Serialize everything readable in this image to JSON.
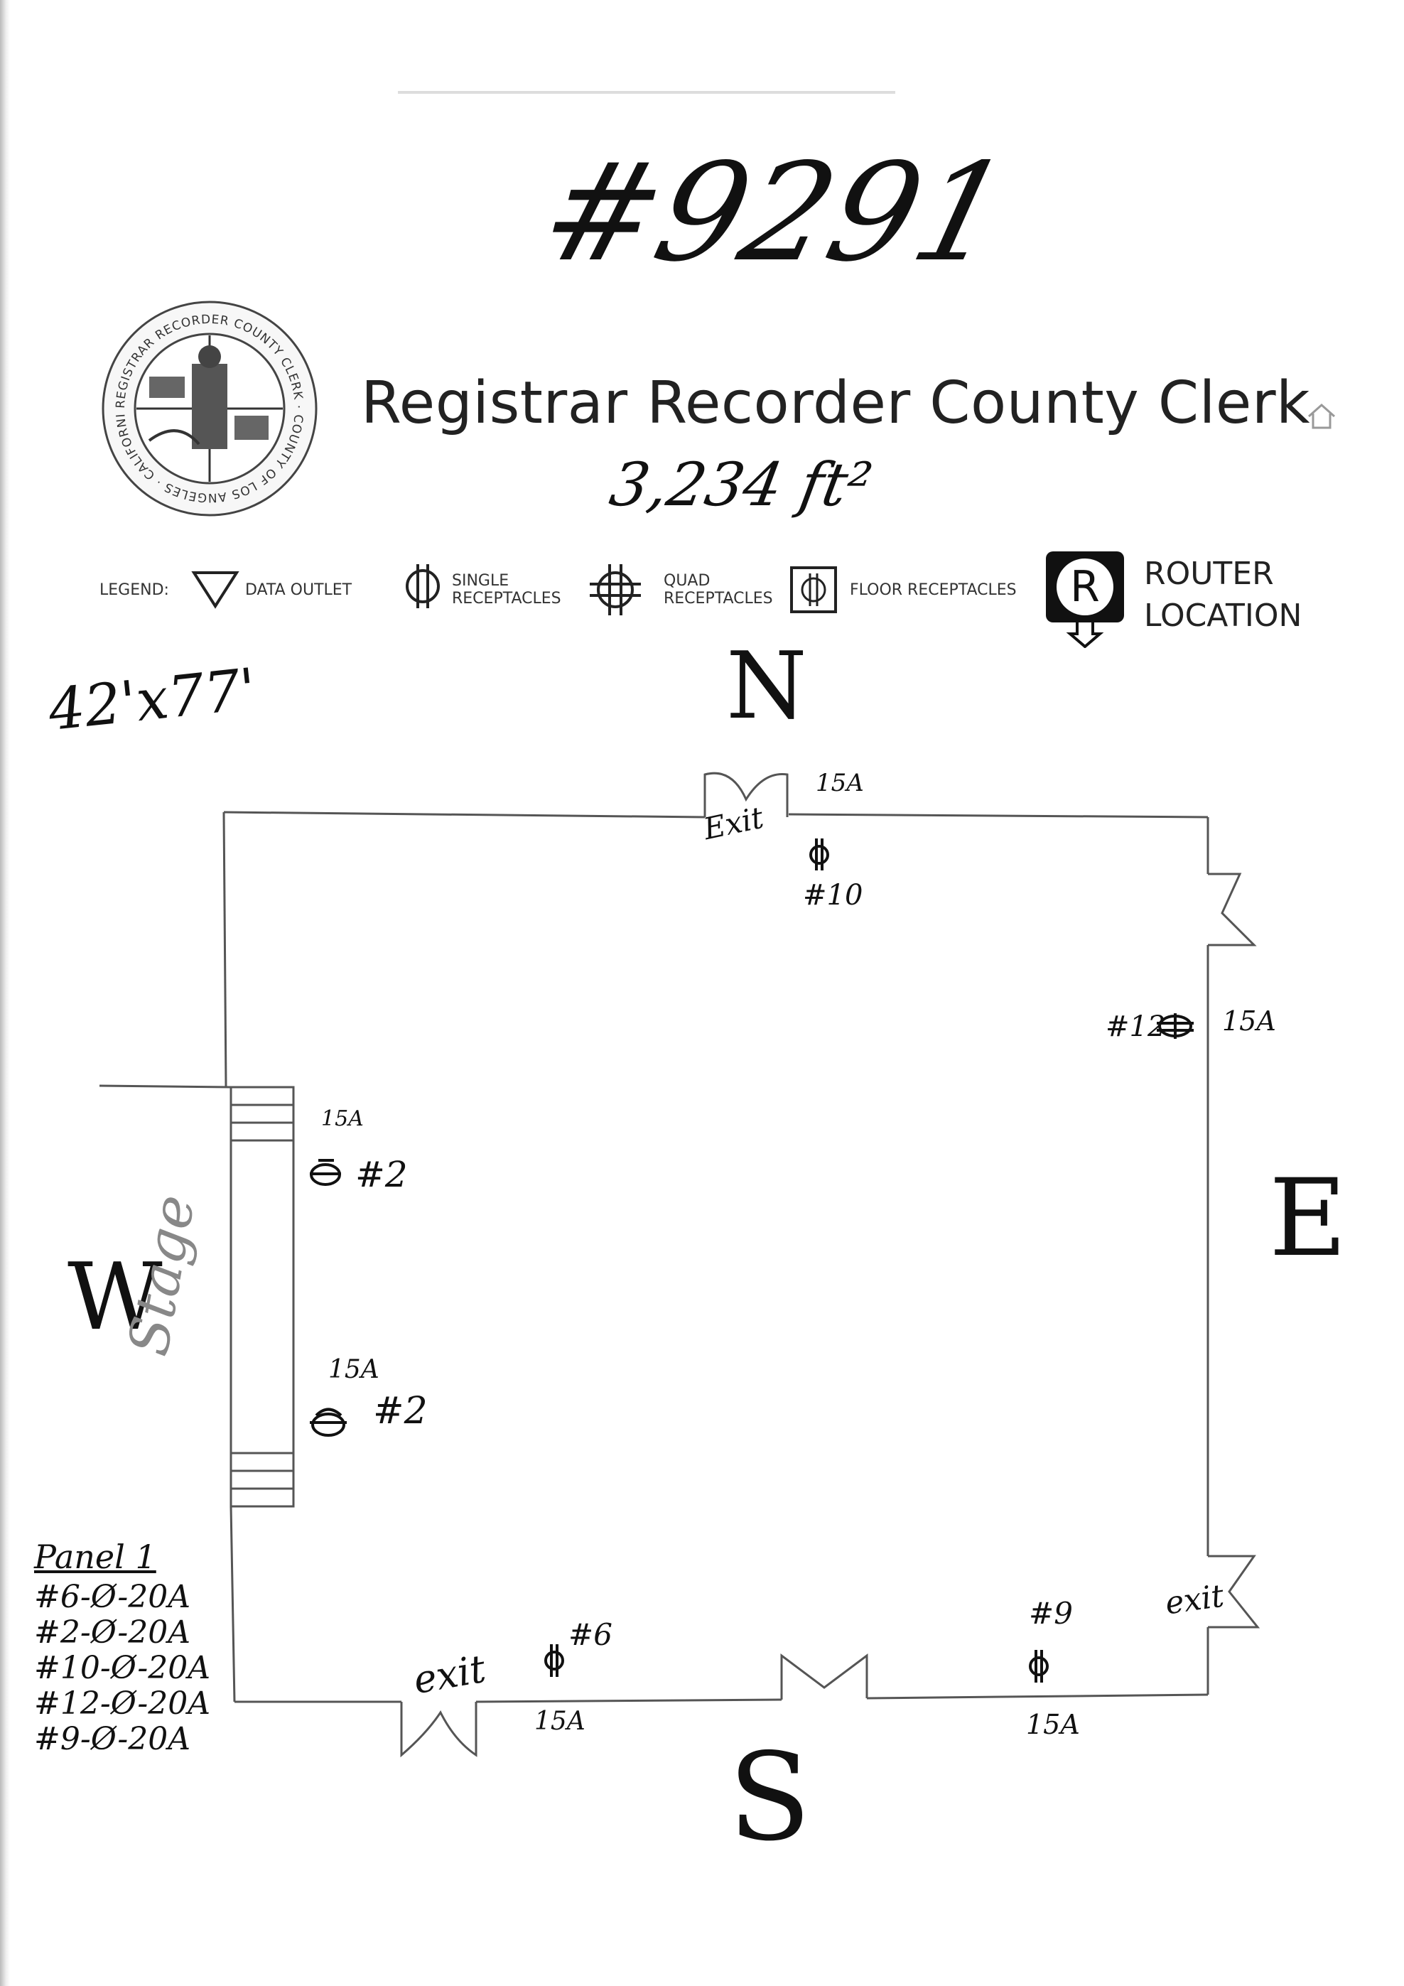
{
  "header": {
    "title": "Registrar Recorder County Clerk",
    "seal_text": "REGISTRAR RECORDER COUNTY CLERK · COUNTY OF LOS ANGELES · CALIFORNIA"
  },
  "handwritten": {
    "id_number": "#9291",
    "area": "3,234 ft²",
    "dimensions": "42'x77'"
  },
  "legend": {
    "label": "LEGEND:",
    "items": [
      {
        "label": "DATA OUTLET",
        "icon": "data-outlet-icon"
      },
      {
        "label": "SINGLE RECEPTACLES",
        "icon": "single-receptacle-icon"
      },
      {
        "label": "QUAD RECEPTACLES",
        "icon": "quad-receptacle-icon"
      },
      {
        "label": "FLOOR RECEPTACLES",
        "icon": "floor-receptacle-icon"
      }
    ],
    "router_letter": "R",
    "router_line1": "ROUTER",
    "router_line2": "LOCATION"
  },
  "compass": {
    "north": "N",
    "south": "S",
    "east": "E",
    "west": "W"
  },
  "floorplan": {
    "stage_label": "Stage",
    "north_exit": "Exit",
    "southwest_exit": "exit",
    "southeast_exit": "exit",
    "outlets": [
      {
        "circuit": "#10",
        "amps": "15A"
      },
      {
        "circuit": "#12",
        "amps": "15A"
      },
      {
        "circuit": "#2",
        "amps": "15A"
      },
      {
        "circuit": "#2",
        "amps": "15A"
      },
      {
        "circuit": "#6",
        "amps": "15A"
      },
      {
        "circuit": "#9",
        "amps": "15A"
      }
    ]
  },
  "panel": {
    "title": "Panel 1",
    "lines": [
      "#6-Ø-20A",
      "#2-Ø-20A",
      "#10-Ø-20A",
      "#12-Ø-20A",
      "#9-Ø-20A"
    ]
  },
  "colors": {
    "ink": "#111111",
    "print": "#222222",
    "line": "#555555"
  }
}
